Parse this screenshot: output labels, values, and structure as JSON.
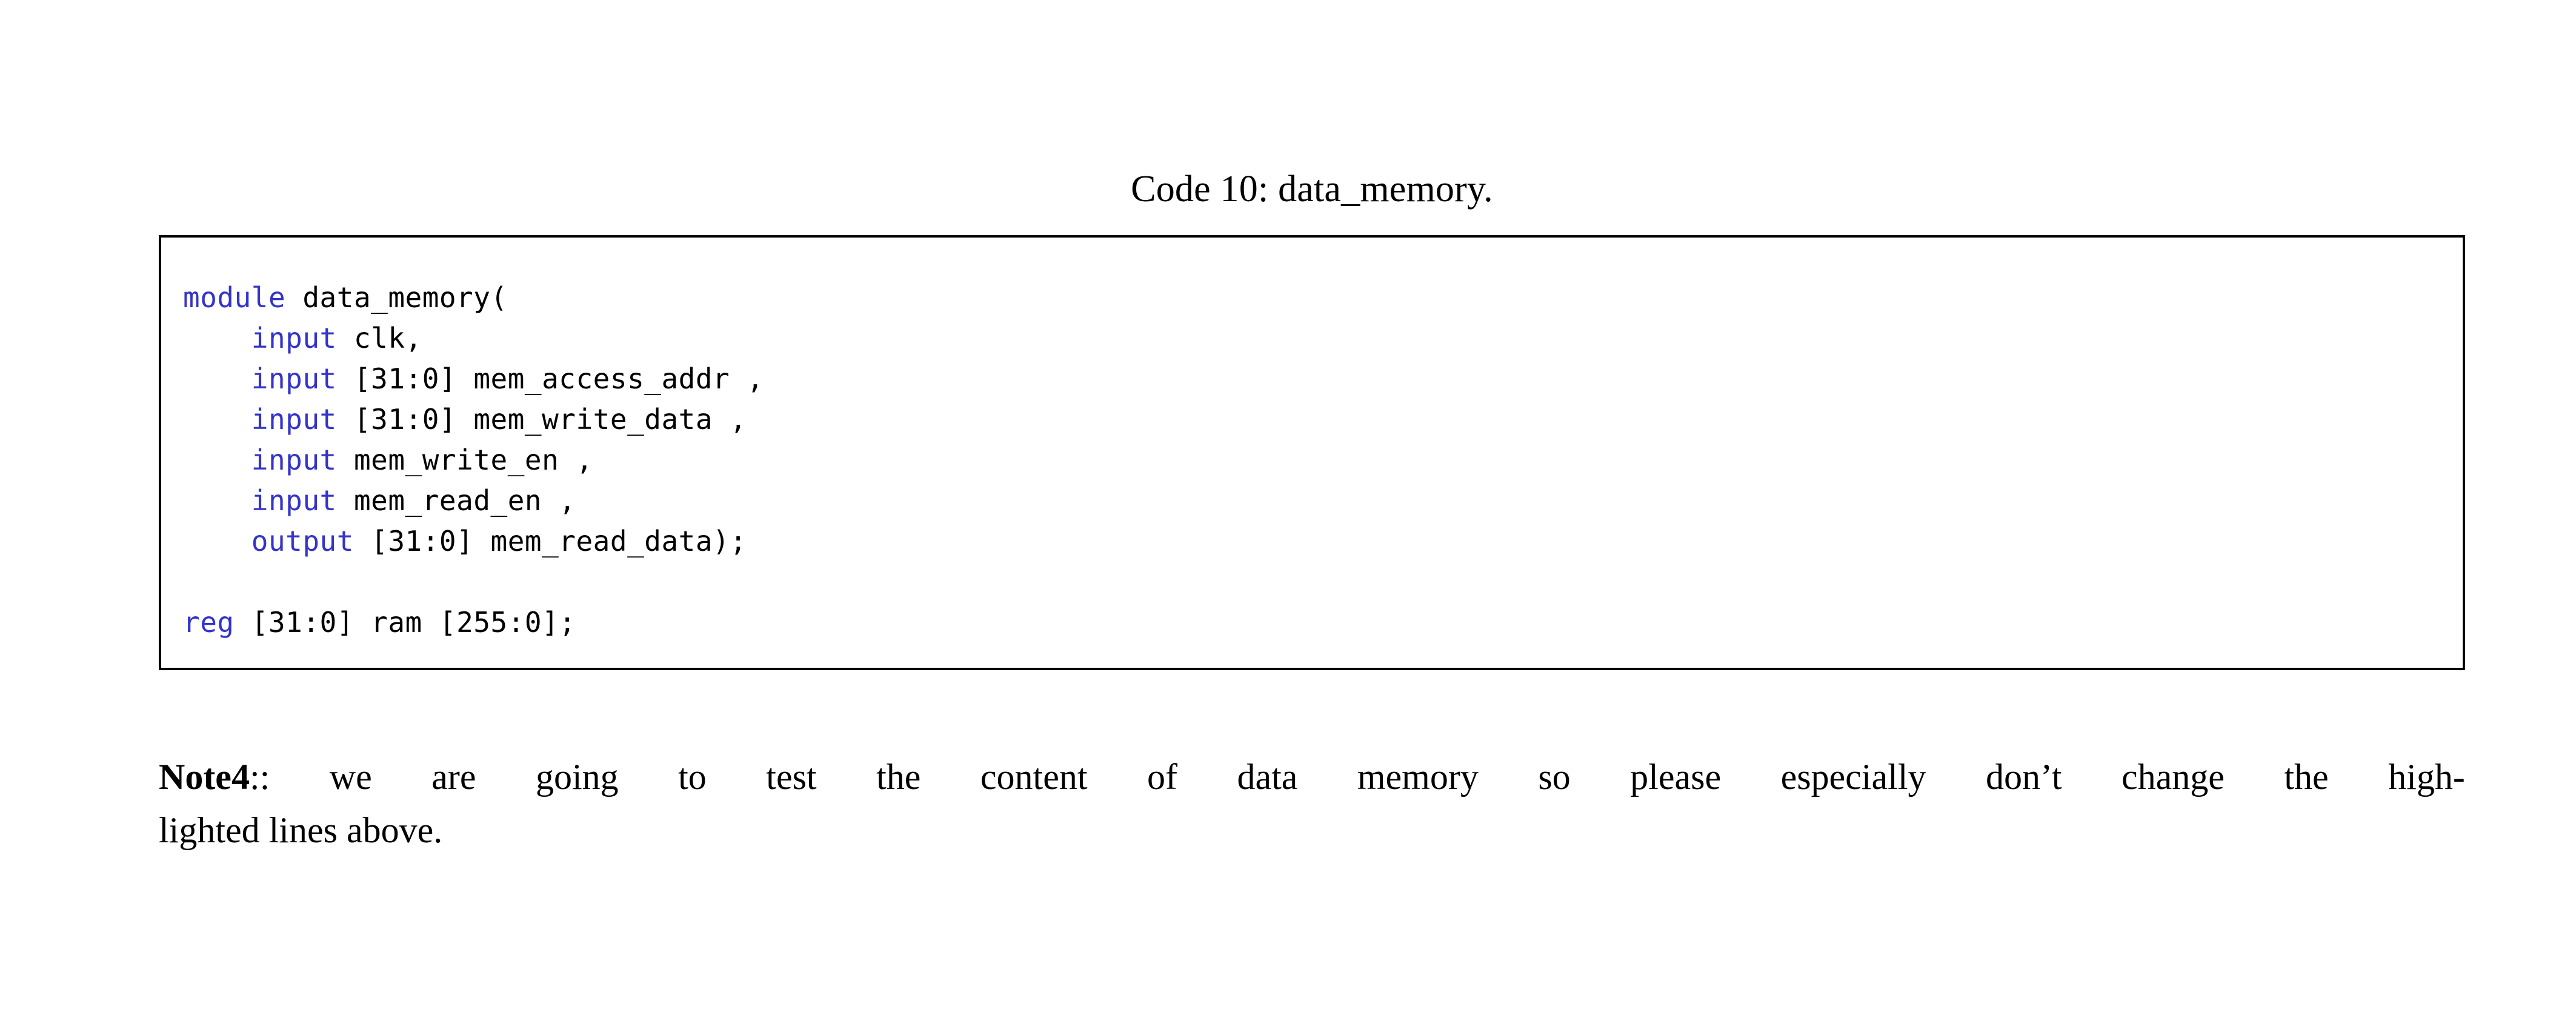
{
  "document": {
    "caption": "Code 10: data_memory.",
    "colors": {
      "keyword_blue": "#3333CC",
      "text_black": "#000000",
      "page_background": "#ffffff",
      "box_border": "#000000"
    }
  },
  "code_listing": {
    "language": "Verilog",
    "lines": [
      {
        "indent": "",
        "keyword": "module",
        "rest": " data_memory("
      },
      {
        "indent": "    ",
        "keyword": "input",
        "rest": " clk,"
      },
      {
        "indent": "    ",
        "keyword": "input",
        "rest": " [31:0] mem_access_addr ,"
      },
      {
        "indent": "    ",
        "keyword": "input",
        "rest": " [31:0] mem_write_data ,"
      },
      {
        "indent": "    ",
        "keyword": "input",
        "rest": " mem_write_en ,"
      },
      {
        "indent": "    ",
        "keyword": "input",
        "rest": " mem_read_en ,"
      },
      {
        "indent": "    ",
        "keyword": "output",
        "rest": " [31:0] mem_read_data);"
      },
      {
        "indent": "",
        "keyword": "",
        "rest": ""
      },
      {
        "indent": "",
        "keyword": "reg",
        "rest": " [31:0] ram [255:0];"
      }
    ]
  },
  "note": {
    "lead": "Note4",
    "lead_suffix": "::",
    "line1_words": [
      "we",
      "are",
      "going",
      "to",
      "test",
      "the",
      "content",
      "of",
      "data",
      "memory",
      "so",
      "please",
      "especially",
      "don’t",
      "change",
      "the",
      "high-"
    ],
    "line2": "lighted lines above.",
    "full_text": "Note4:: we are going to test the content of data memory so please especially don’t change the highlighted lines above."
  }
}
